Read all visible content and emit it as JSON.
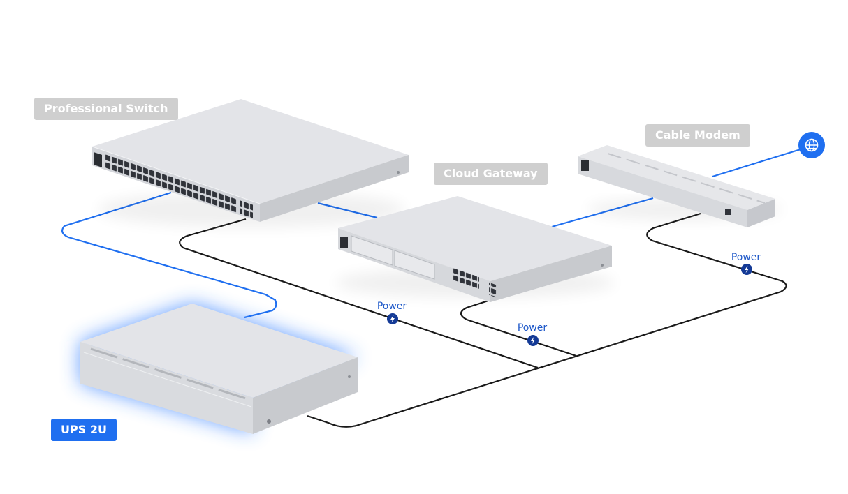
{
  "devices": {
    "switch": {
      "label": "Professional Switch"
    },
    "gateway": {
      "label": "Cloud Gateway"
    },
    "modem": {
      "label": "Cable Modem"
    },
    "ups": {
      "label": "UPS 2U"
    }
  },
  "power_labels": [
    "Power",
    "Power",
    "Power"
  ],
  "icons": {
    "internet": "globe-icon",
    "power": "lightning-bolt-icon"
  },
  "colors": {
    "data_link": "#1f6ff0",
    "power_cable": "#1a1a1a",
    "device_body": "#e4e5e8",
    "label_gray": "#cfcfcf",
    "label_blue": "#1f6ff0",
    "ups_glow": "#2e7bff",
    "power_badge": "#143a96"
  }
}
